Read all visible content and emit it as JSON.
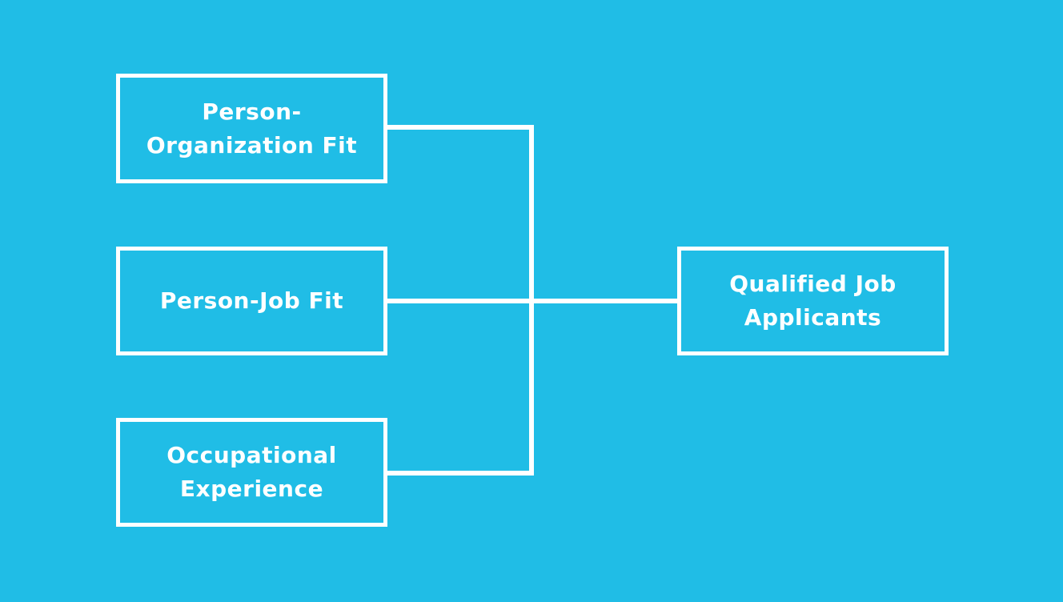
{
  "theme": {
    "background_color": "#20bde6",
    "line_color": "#ffffff",
    "text_color": "#ffffff"
  },
  "diagram": {
    "type": "flow-diagram",
    "nodes": [
      {
        "id": "person-organization-fit",
        "label": "Person-\nOrganization Fit"
      },
      {
        "id": "person-job-fit",
        "label": "Person-Job Fit"
      },
      {
        "id": "occupational-experience",
        "label": "Occupational\nExperience"
      },
      {
        "id": "qualified-job-applicants",
        "label": "Qualified Job\nApplicants"
      }
    ],
    "edges": [
      {
        "from": "person-organization-fit",
        "to": "qualified-job-applicants"
      },
      {
        "from": "person-job-fit",
        "to": "qualified-job-applicants"
      },
      {
        "from": "occupational-experience",
        "to": "qualified-job-applicants"
      }
    ]
  }
}
